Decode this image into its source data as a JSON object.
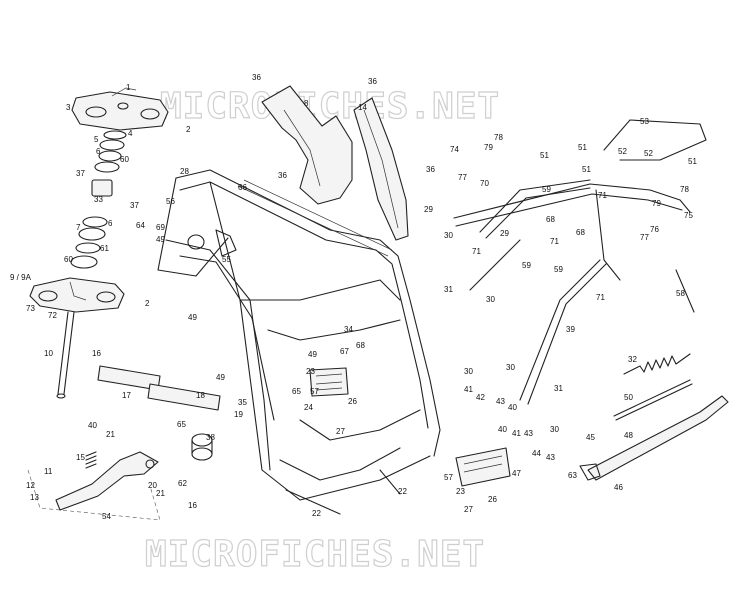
{
  "watermark": {
    "top": "MICROFICHES.NET",
    "bottom": "MICROFICHES.NET"
  },
  "callouts": [
    "1",
    "2",
    "3",
    "4",
    "5",
    "6",
    "60",
    "37",
    "33",
    "37",
    "7",
    "6",
    "64",
    "69",
    "49",
    "61",
    "60",
    "9 / 9A",
    "73",
    "72",
    "2",
    "8",
    "36",
    "36",
    "14",
    "36",
    "36",
    "28",
    "56",
    "55",
    "66",
    "49",
    "10",
    "16",
    "17",
    "18",
    "19",
    "35",
    "49",
    "65",
    "38",
    "40",
    "21",
    "15",
    "11",
    "12",
    "13",
    "20",
    "21",
    "62",
    "16",
    "54",
    "65",
    "57",
    "24",
    "23",
    "26",
    "27",
    "34",
    "49",
    "67",
    "68",
    "22",
    "22",
    "74",
    "79",
    "78",
    "77",
    "70",
    "51",
    "51",
    "52",
    "53",
    "52",
    "51",
    "51",
    "59",
    "29",
    "30",
    "29",
    "68",
    "71",
    "71",
    "71",
    "59",
    "59",
    "68",
    "71",
    "79",
    "78",
    "75",
    "76",
    "77",
    "31",
    "30",
    "58",
    "39",
    "32",
    "30",
    "41",
    "42",
    "43",
    "40",
    "30",
    "31",
    "50",
    "40",
    "41",
    "43",
    "30",
    "45",
    "44",
    "43",
    "48",
    "63",
    "46",
    "57",
    "23",
    "27",
    "26",
    "47"
  ]
}
